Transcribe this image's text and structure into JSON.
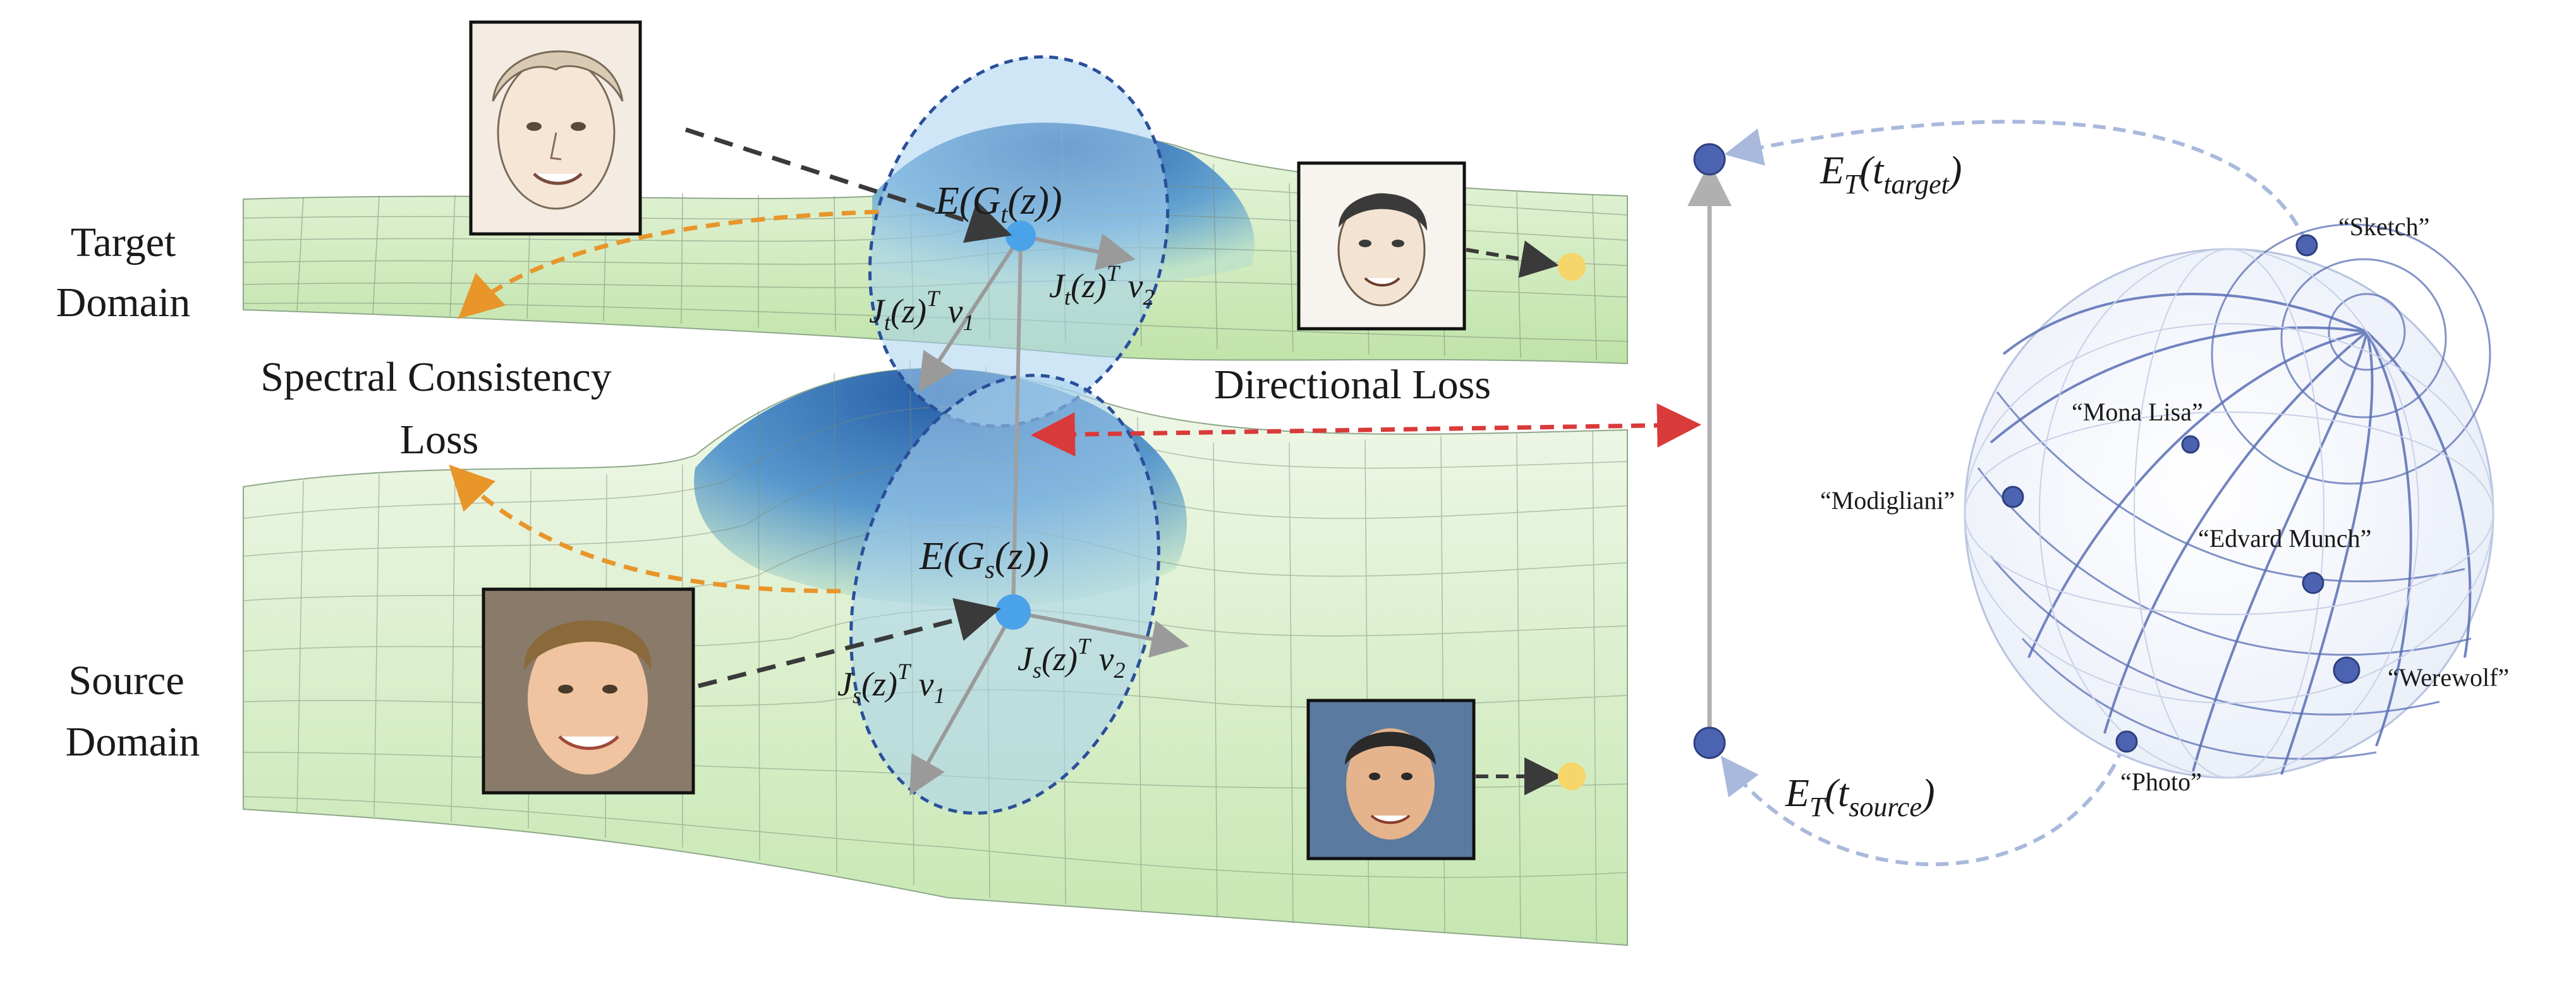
{
  "labels": {
    "target_domain_line1": "Target",
    "target_domain_line2": "Domain",
    "source_domain_line1": "Source",
    "source_domain_line2": "Domain",
    "spectral_line1": "Spectral Consistency",
    "spectral_line2": "Loss",
    "directional_loss": "Directional Loss"
  },
  "math": {
    "egt": "E(G_t(z))",
    "egs": "E(G_s(z))",
    "jt_v1": "J_t(z)^T v_1",
    "jt_v2": "J_t(z)^T v_2",
    "js_v1": "J_s(z)^T v_1",
    "js_v2": "J_s(z)^T v_2",
    "et_target": "E_T(t_target)",
    "et_source": "E_T(t_source)"
  },
  "sphere_points": {
    "sketch": "“Sketch”",
    "mona_lisa": "“Mona Lisa”",
    "modigliani": "“Modigliani”",
    "edvard_munch": "“Edvard Munch”",
    "werewolf": "“Werewolf”",
    "photo": "“Photo”"
  },
  "colors": {
    "manifold_green": "#d6efc4",
    "manifold_blue": "#2f6fb8",
    "ellipse_fill": "#9ecbe8",
    "ellipse_stroke": "#2a4f9a",
    "point_blue": "#4aa3e8",
    "point_yellow": "#f6d66a",
    "orange_arrow": "#e8952a",
    "red_arrow": "#d93a3a",
    "sphere_node": "#4b63b0",
    "sphere_grid": "#5a6fb5",
    "dashed_curve": "#a9b9dc"
  },
  "icons": {
    "target_face_a": "sketch-face-portrait",
    "target_face_b": "sketch-face-portrait",
    "source_face_a": "photo-face-portrait",
    "source_face_b": "photo-face-portrait"
  }
}
